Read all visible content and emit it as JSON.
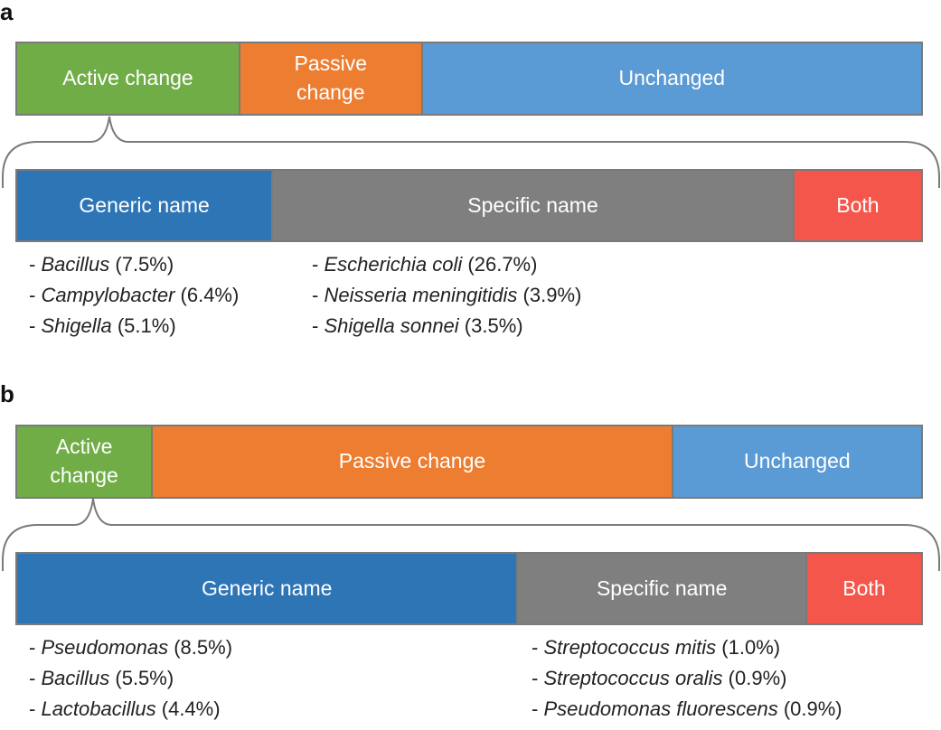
{
  "panel_a": {
    "label": "a",
    "top_bar": [
      {
        "label": "Active change",
        "color": "#70ad47",
        "fraction": 0.247
      },
      {
        "label": "Passive\nchange",
        "color": "#ed7d31",
        "fraction": 0.202
      },
      {
        "label": "Unchanged",
        "color": "#5b9bd5",
        "fraction": 0.551
      }
    ],
    "sub_bar": [
      {
        "label": "Generic name",
        "color": "#2e75b6",
        "fraction": 0.283
      },
      {
        "label": "Specific name",
        "color": "#7f7f7f",
        "fraction": 0.574
      },
      {
        "label": "Both",
        "color": "#f4564b",
        "fraction": 0.143
      }
    ],
    "generic_examples": [
      {
        "prefix": "- ",
        "name": "Bacillus",
        "pct": " (7.5%)"
      },
      {
        "prefix": "- ",
        "name": "Campylobacter",
        "pct": " (6.4%)"
      },
      {
        "prefix": "- ",
        "name": "Shigella",
        "pct": " (5.1%)"
      }
    ],
    "specific_examples": [
      {
        "prefix": "- ",
        "name": "Escherichia coli",
        "pct": " (26.7%)"
      },
      {
        "prefix": "- ",
        "name": "Neisseria meningitidis",
        "pct": " (3.9%)"
      },
      {
        "prefix": "- ",
        "name": "Shigella sonnei",
        "pct": " (3.5%)"
      }
    ]
  },
  "panel_b": {
    "label": "b",
    "top_bar": [
      {
        "label": "Active\nchange",
        "color": "#70ad47",
        "fraction": 0.151
      },
      {
        "label": "Passive change",
        "color": "#ed7d31",
        "fraction": 0.573
      },
      {
        "label": "Unchanged",
        "color": "#5b9bd5",
        "fraction": 0.276
      }
    ],
    "sub_bar": [
      {
        "label": "Generic name",
        "color": "#2e75b6",
        "fraction": 0.552
      },
      {
        "label": "Specific name",
        "color": "#7f7f7f",
        "fraction": 0.319
      },
      {
        "label": "Both",
        "color": "#f4564b",
        "fraction": 0.129
      }
    ],
    "generic_examples": [
      {
        "prefix": "- ",
        "name": "Pseudomonas",
        "pct": " (8.5%)"
      },
      {
        "prefix": "- ",
        "name": "Bacillus",
        "pct": " (5.5%)"
      },
      {
        "prefix": "- ",
        "name": "Lactobacillus",
        "pct": " (4.4%)"
      }
    ],
    "specific_examples": [
      {
        "prefix": "- ",
        "name": "Streptococcus mitis",
        "pct": " (1.0%)"
      },
      {
        "prefix": "- ",
        "name": "Streptococcus oralis",
        "pct": " (0.9%)"
      },
      {
        "prefix": "- ",
        "name": "Pseudomonas fluorescens",
        "pct": " (0.9%)"
      }
    ]
  }
}
